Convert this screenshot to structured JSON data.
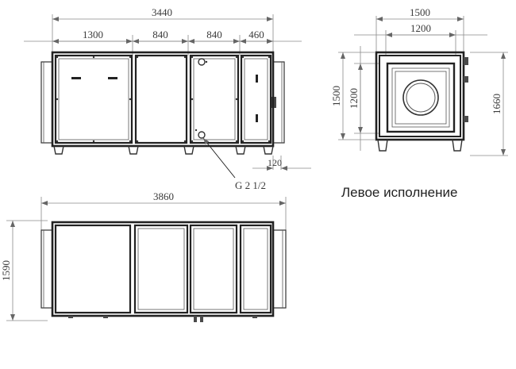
{
  "top_view": {
    "dims": {
      "overall": "3440",
      "sec1": "1300",
      "sec2": "840",
      "sec3": "840",
      "sec4": "460",
      "offset": "120"
    },
    "callout": "G 2 1/2"
  },
  "side_view": {
    "dims": {
      "overall": "1500",
      "inner": "1200",
      "left_outer": "1500",
      "left_inner": "1200",
      "right": "1660"
    },
    "caption": "Левое исполнение"
  },
  "bottom_view": {
    "dims": {
      "overall": "3860",
      "height": "1590"
    }
  }
}
